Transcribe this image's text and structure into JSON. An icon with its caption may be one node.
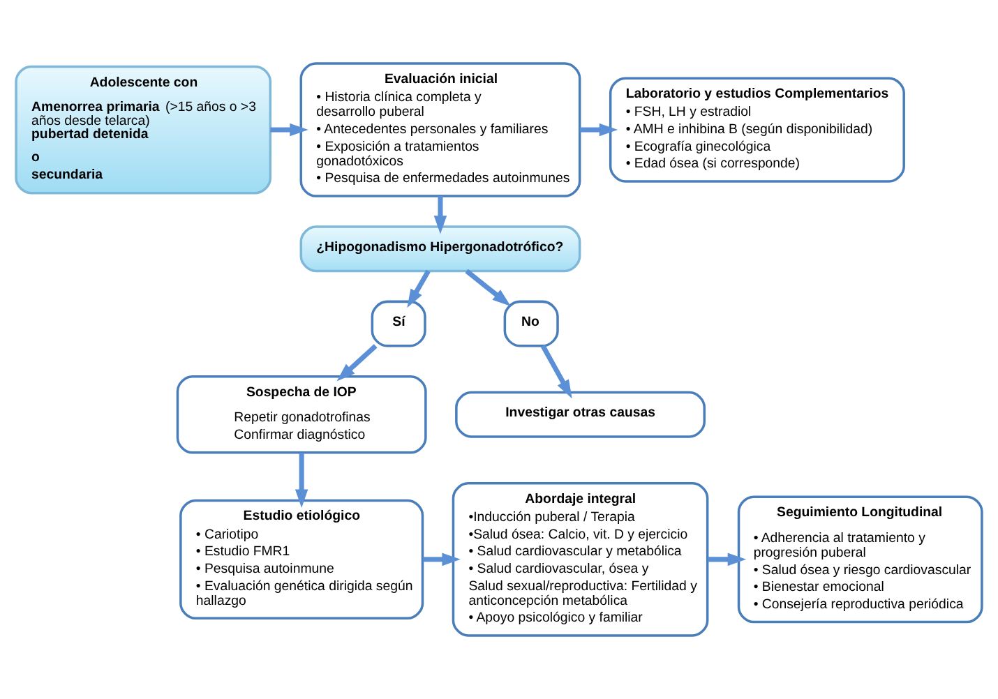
{
  "diagram": {
    "nodes": [
      {
        "text": [
          "Adolescente con",
          "**Amenorrea primaria** (>15 años o >3 años desde telarca) **pubertad detenida**",
          "o",
          "secundaria"
        ]
      },
      {
        "text": [
          "Evaluación inicial",
          "• Historia clínica completa y desarrollo puberal",
          "• Antecedentes personales y familiares",
          "• Exposición a tratamientos gonadotóxicos",
          "• Pesquisa de enfermedades autoinmunes"
        ]
      },
      {
        "text": [
          "Laboratorio y estudios Complementarios",
          "• FSH, LH y estradiol",
          "• AMH e inhibina B (según disponibilidad)",
          "• Ecografía ginecológica",
          "• Edad ósea (si corresponde)"
        ]
      },
      {
        "text": [
          "¿Hipogonadismo Hipergonadotrófico?"
        ]
      },
      {
        "text": [
          "Sí"
        ]
      },
      {
        "text": [
          "No"
        ]
      },
      {
        "text": [
          "Sospecha de IOP",
          "Repetir gonadotrofinas",
          "Confirmar diagnóstico"
        ]
      },
      {
        "text": [
          "Investigar otras causas"
        ]
      },
      {
        "text": [
          "Estudio etiológico",
          "• Cariotipo",
          "• Estudio FMR1",
          "• Pesquisa autoinmune",
          "• Evaluación genética dirigida según hallazgo"
        ]
      },
      {
        "text": [
          "Abordaje integral",
          "•Inducción puberal / Terapia",
          "•Salud ósea: Calcio, vit. D y ejercicio",
          "• Salud cardiovascular y metabólica",
          "• Salud cardiovascular, ósea y",
          "Salud sexual/reproductiva: Fertilidad y anticoncepción metabólica",
          "• Apoyo psicológico y familiar"
        ]
      },
      {
        "text": [
          "Seguimiento Longitudinal",
          "• Adherencia al tratamiento y progresión puberal",
          "• Salud ósea y riesgo cardiovascular",
          "• Bienestar emocional",
          "• Consejería reproductiva periódica"
        ]
      }
    ],
    "edges": [
      {
        "from": 0,
        "to": 1,
        "arrow": "to"
      },
      {
        "from": 1,
        "to": 2,
        "arrow": "to"
      },
      {
        "from": 1,
        "to": 3,
        "arrow": "to"
      },
      {
        "from": 3,
        "to": 4,
        "arrow": "to"
      },
      {
        "from": 3,
        "to": 5,
        "arrow": "to"
      },
      {
        "from": 4,
        "to": 6,
        "arrow": "to"
      },
      {
        "from": 5,
        "to": 7,
        "arrow": "to"
      },
      {
        "from": 6,
        "to": 8,
        "arrow": "to"
      },
      {
        "from": 8,
        "to": 9,
        "arrow": "to"
      },
      {
        "from": 9,
        "to": 10,
        "arrow": "to"
      }
    ]
  }
}
